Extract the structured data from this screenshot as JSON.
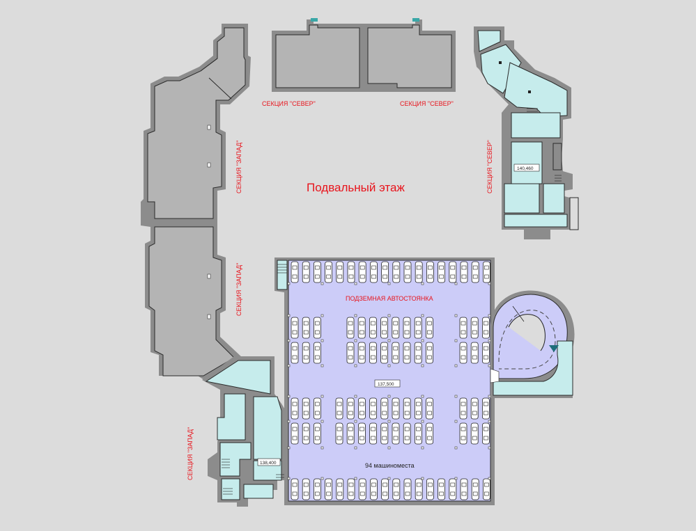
{
  "plan": {
    "title": "Подвальный этаж",
    "parking_label": "ПОДЗЕМНАЯ АВТОСТОЯНКА",
    "spaces_label": "94 машиноместа",
    "section_north_label": "СЕКЦИЯ \"СЕВЕР\"",
    "section_west_label": "СЕКЦИЯ \"ЗАПАД\"",
    "elevation_parking": "137,500",
    "elevation_northeast": "140,460",
    "elevation_southwest": "138,400"
  },
  "colors": {
    "background": "#dcdcdc",
    "section_fill_gray": "#b4b4b4",
    "section_fill_cyan": "#c6ecec",
    "parking_fill": "#ccccf8",
    "label_red": "#e8141c"
  }
}
